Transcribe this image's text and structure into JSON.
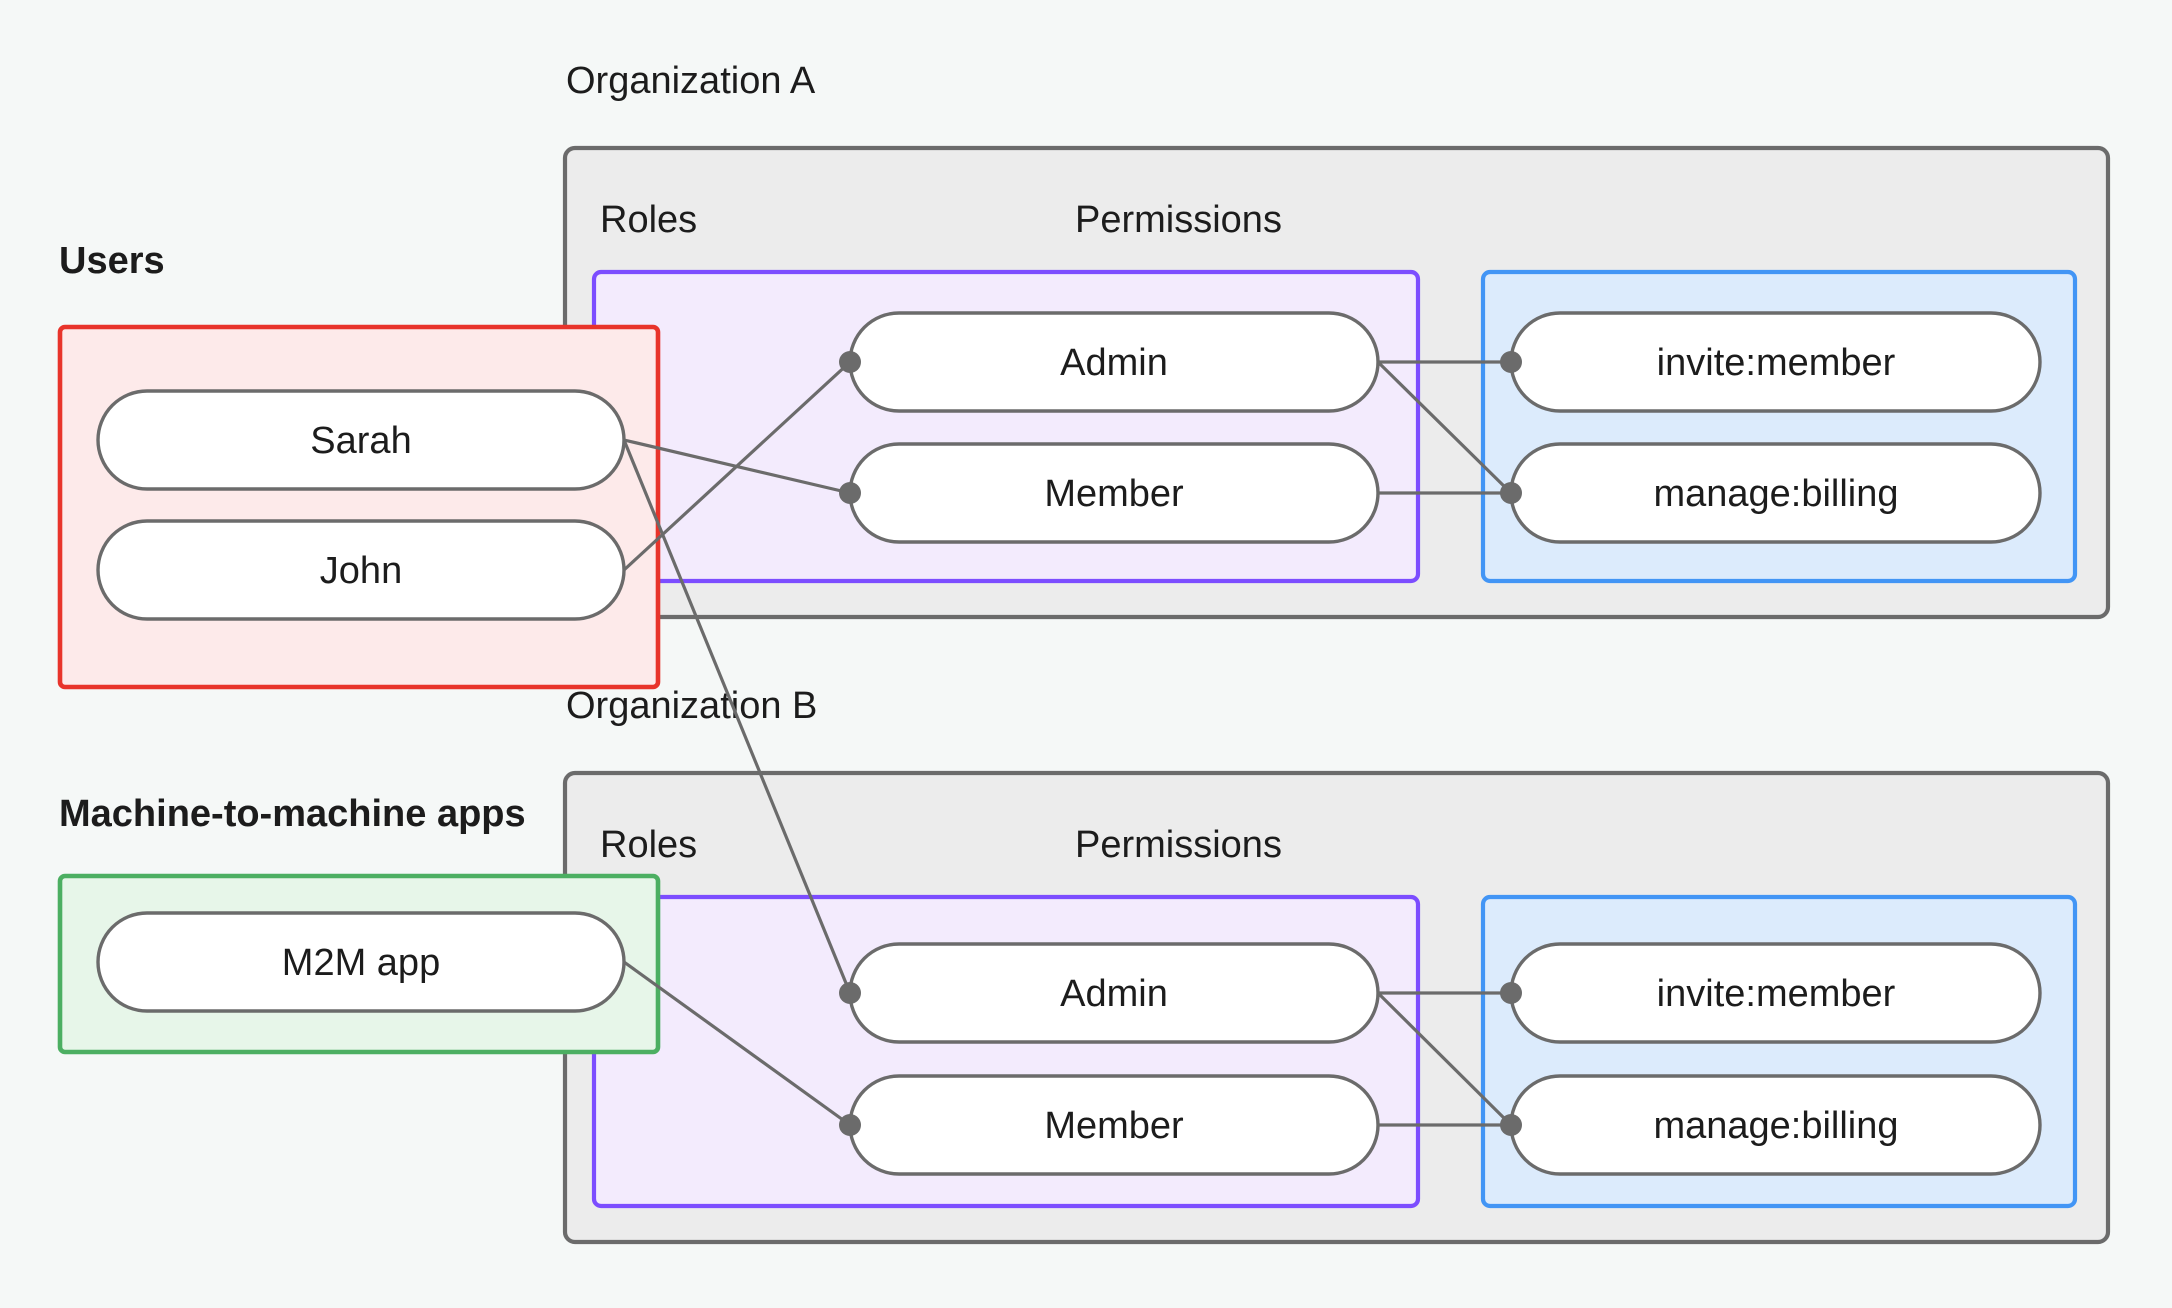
{
  "diagram": {
    "title_visible": false,
    "background_color": "#f5f8f7",
    "groups": {
      "users": {
        "label": "Users",
        "border_color": "#e8342b",
        "fill_color": "#fdeaea",
        "nodes": [
          {
            "id": "sarah",
            "label": "Sarah"
          },
          {
            "id": "john",
            "label": "John"
          }
        ]
      },
      "m2m": {
        "label": "Machine-to-machine apps",
        "border_color": "#4caf62",
        "fill_color": "#e7f6e9",
        "nodes": [
          {
            "id": "m2m-app",
            "label": "M2M app"
          }
        ]
      },
      "org_a": {
        "label": "Organization A",
        "border_color": "#6b6b6b",
        "fill_color": "#ececec",
        "roles": {
          "label": "Roles",
          "border_color": "#7c4dff",
          "fill_color": "#f3ebfd",
          "nodes": [
            {
              "id": "a-admin",
              "label": "Admin"
            },
            {
              "id": "a-member",
              "label": "Member"
            }
          ]
        },
        "permissions": {
          "label": "Permissions",
          "border_color": "#4295f5",
          "fill_color": "#dcebfc",
          "nodes": [
            {
              "id": "a-invite",
              "label": "invite:member"
            },
            {
              "id": "a-billing",
              "label": "manage:billing"
            }
          ]
        }
      },
      "org_b": {
        "label": "Organization B",
        "border_color": "#6b6b6b",
        "fill_color": "#ececec",
        "roles": {
          "label": "Roles",
          "border_color": "#7c4dff",
          "fill_color": "#f3ebfd",
          "nodes": [
            {
              "id": "b-admin",
              "label": "Admin"
            },
            {
              "id": "b-member",
              "label": "Member"
            }
          ]
        },
        "permissions": {
          "label": "Permissions",
          "border_color": "#4295f5",
          "fill_color": "#dcebfc",
          "nodes": [
            {
              "id": "b-invite",
              "label": "invite:member"
            },
            {
              "id": "b-billing",
              "label": "manage:billing"
            }
          ]
        }
      }
    },
    "edges": [
      {
        "from": "sarah",
        "to": "a-member"
      },
      {
        "from": "sarah",
        "to": "b-admin"
      },
      {
        "from": "john",
        "to": "a-admin"
      },
      {
        "from": "m2m-app",
        "to": "b-member"
      },
      {
        "from": "a-admin",
        "to": "a-invite"
      },
      {
        "from": "a-admin",
        "to": "a-billing"
      },
      {
        "from": "a-member",
        "to": "a-billing"
      },
      {
        "from": "b-admin",
        "to": "b-invite"
      },
      {
        "from": "b-admin",
        "to": "b-billing"
      },
      {
        "from": "b-member",
        "to": "b-billing"
      }
    ],
    "edge_color": "#6b6b6b",
    "node_fill": "#ffffff",
    "node_border": "#6b6b6b",
    "text_color": "#1c1c1c"
  }
}
